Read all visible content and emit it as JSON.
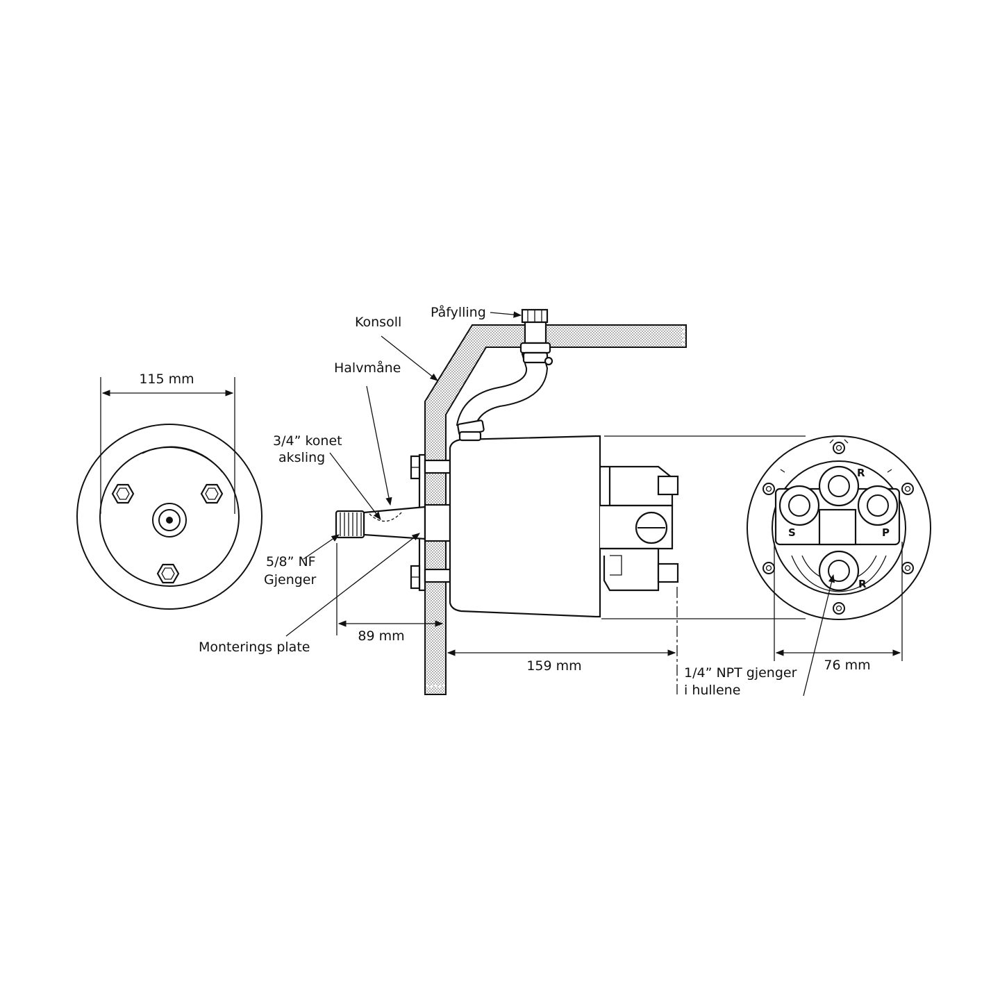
{
  "labels": {
    "pafylling": "Påfylling",
    "konsoll": "Konsoll",
    "halvmane": "Halvmåne",
    "konet_line1": "3/4” konet",
    "konet_line2": "aksling",
    "nf_line1": "5/8” NF",
    "nf_line2": "Gjenger",
    "monterings_plate": "Monterings plate",
    "npt_line1": "1/4” NPT gjenger",
    "npt_line2": "i hullene"
  },
  "dimensions": {
    "d115": "115 mm",
    "d89": "89 mm",
    "d159": "159 mm",
    "d76": "76 mm"
  },
  "ports": {
    "r_top": "R",
    "r_bottom": "R",
    "s": "S",
    "p": "P"
  }
}
